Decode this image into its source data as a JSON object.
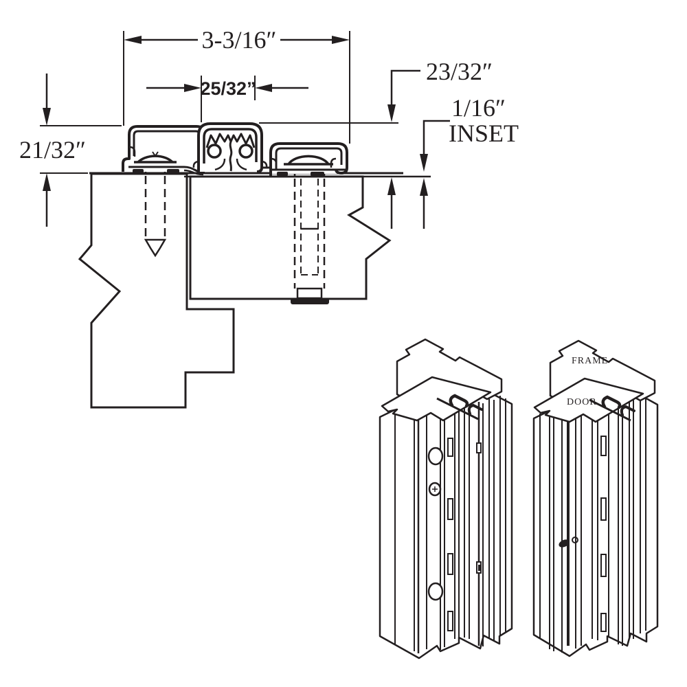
{
  "drawing": {
    "title_semantic": "continuous-hinge-cross-section",
    "dimensions": {
      "overall_width": "3-3/16″",
      "gear_cap_width": "25/32”",
      "door_side_height": "23/32″",
      "inset_value": "1/16″",
      "inset_label": "INSET",
      "frame_side_height": "21/32″"
    },
    "iso_labels": {
      "frame": "FRAME",
      "door": "DOOR"
    },
    "colors": {
      "line": "#231f20",
      "background": "#ffffff"
    }
  }
}
